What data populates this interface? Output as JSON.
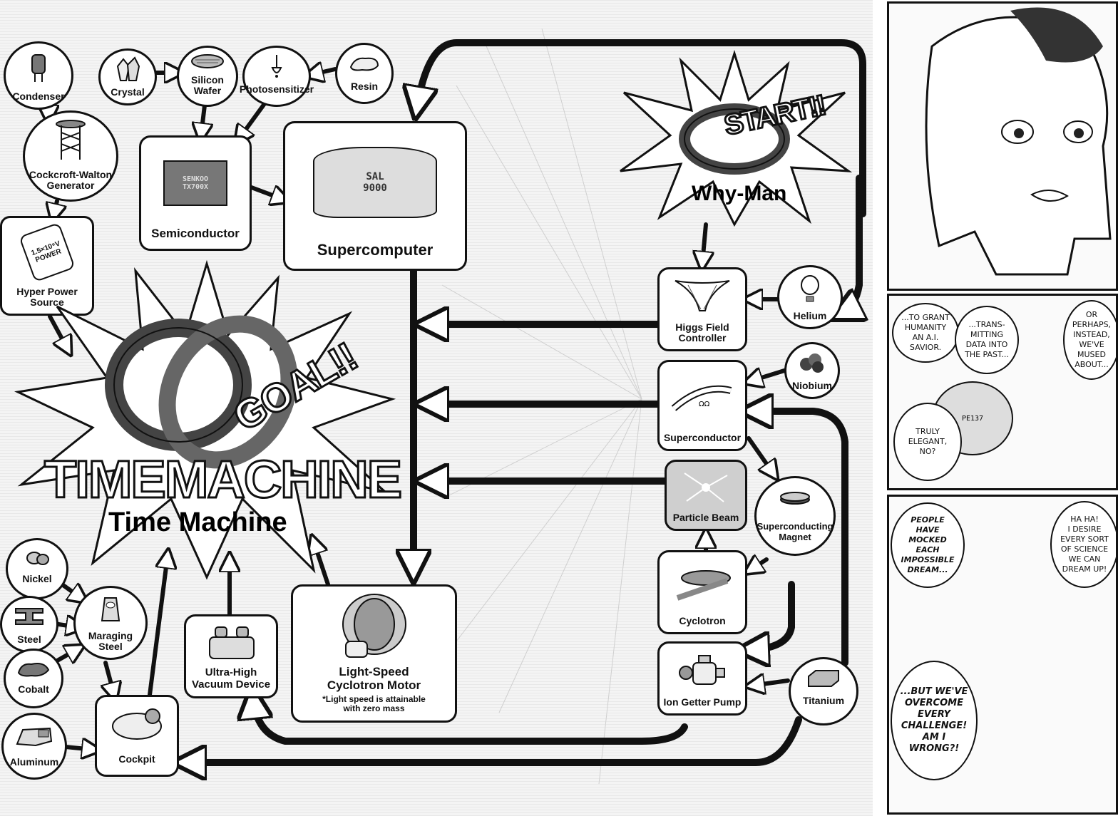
{
  "diagram": {
    "nodes": {
      "condenser": "Condenser",
      "crystal": "Crystal",
      "silicon_wafer": "Silicon\nWafer",
      "photosensitizer": "Photosensitizer",
      "resin": "Resin",
      "cockcroft_walton": "Cockcroft-Walton\nGenerator",
      "semiconductor": "Semiconductor",
      "supercomputer": "Supercomputer",
      "hyper_power": "Hyper Power\nSource",
      "why_man": "Why-Man",
      "helium": "Helium",
      "higgs": "Higgs Field\nController",
      "niobium": "Niobium",
      "superconductor": "Superconductor",
      "particle_beam": "Particle Beam",
      "sc_magnet": "Superconducting\nMagnet",
      "cyclotron": "Cyclotron",
      "ion_pump": "Ion Getter Pump",
      "titanium": "Titanium",
      "light_speed_motor": "Light-Speed\nCyclotron Motor",
      "light_speed_note": "*Light speed is attainable\nwith zero mass",
      "vacuum": "Ultra-High\nVacuum Device",
      "cockpit": "Cockpit",
      "nickel": "Nickel",
      "steel": "Steel",
      "maraging": "Maraging\nSteel",
      "cobalt": "Cobalt",
      "aluminum": "Aluminum",
      "time_machine": "Time Machine"
    },
    "chip_text": "SENKOO\nTX700X",
    "sal_text": "SAL\n9000",
    "power_text": "1.5×10⁹V\nPOWER",
    "goal_text": "GOAL!!",
    "start_text": "START!!",
    "time_machine_outline": "TIMEMACHINE"
  },
  "panels": {
    "p2": {
      "b1": "...TO GRANT\nHUMANITY\nAN A.I.\nSAVIOR.",
      "b2": "...TRANS-\nMITTING\nDATA INTO\nTHE PAST...",
      "b3": "OR\nPERHAPS,\nINSTEAD,\nWE'VE\nMUSED\nABOUT...",
      "b4": "TRULY\nELEGANT,\nNO?",
      "robot_tag": "PE137"
    },
    "p3": {
      "b1": "PEOPLE\nHAVE MOCKED\nEACH\nIMPOSSIBLE\nDREAM...",
      "b2": "HA HA!\nI DESIRE\nEVERY SORT\nOF SCIENCE\nWE CAN\nDREAM UP!",
      "b3": "...BUT WE'VE\nOVERCOME\nEVERY\nCHALLENGE!\nAM I\nWRONG?!"
    }
  },
  "colors": {
    "ink": "#111111",
    "paper": "#ffffff",
    "screen": "#f4f4f4"
  }
}
